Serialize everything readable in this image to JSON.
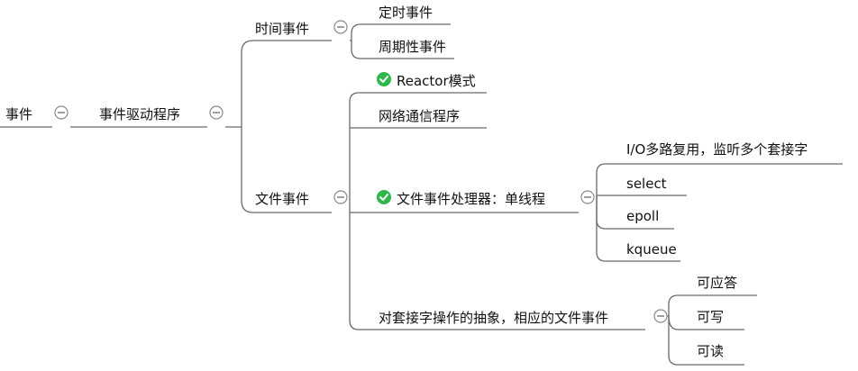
{
  "root": {
    "label": "事件",
    "collapse_icon": "minus-circle-icon"
  },
  "program": {
    "label": "事件驱动程序",
    "collapse_icon": "minus-circle-icon"
  },
  "time_events": {
    "label": "时间事件",
    "collapse_icon": "minus-circle-icon",
    "children": [
      "定时事件",
      "周期性事件"
    ]
  },
  "file_events": {
    "label": "文件事件",
    "collapse_icon": "minus-circle-icon",
    "reactor": {
      "label": "Reactor模式",
      "marker_icon": "check-circle-icon",
      "marker_color": "#2db84b"
    },
    "network": {
      "label": "网络通信程序"
    },
    "handler": {
      "label": "文件事件处理器：单线程",
      "marker_icon": "check-circle-icon",
      "marker_color": "#2db84b",
      "collapse_icon": "minus-circle-icon",
      "children": [
        "I/O多路复用，监听多个套接字",
        "select",
        "epoll",
        "kqueue"
      ]
    },
    "abstraction": {
      "label": "对套接字操作的抽象，相应的文件事件",
      "collapse_icon": "minus-circle-icon",
      "children": [
        "可应答",
        "可写",
        "可读"
      ]
    }
  },
  "colors": {
    "line": "#6b6b6b",
    "text": "#111111",
    "check": "#2db84b"
  }
}
